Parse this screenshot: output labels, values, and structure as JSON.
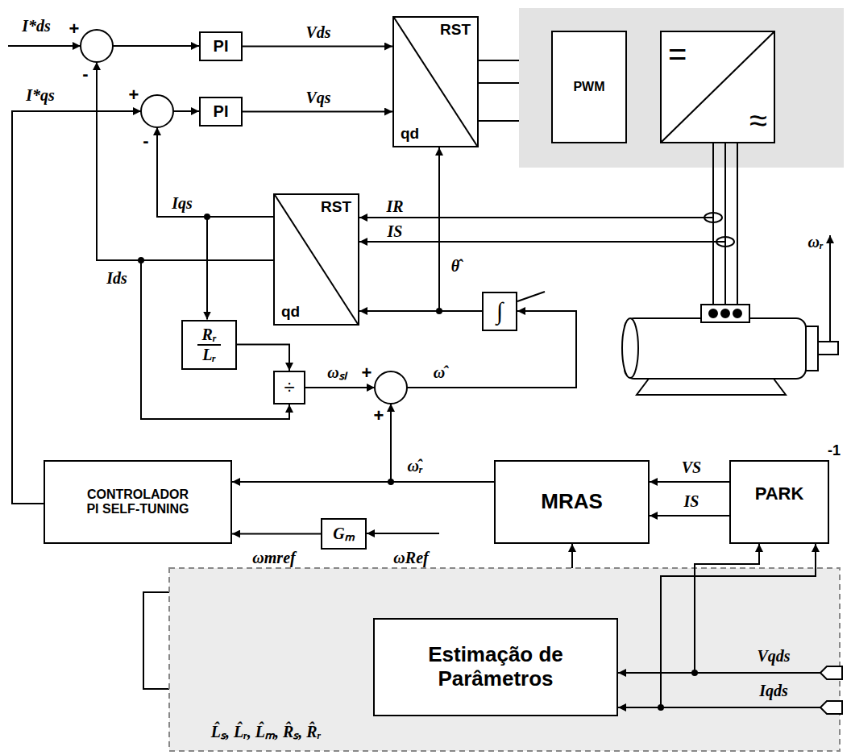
{
  "diagram": {
    "nodes": [
      {
        "text": [
          "PI"
        ]
      },
      {
        "text": [
          "RST",
          "qd"
        ]
      },
      {
        "text": [
          "PWM"
        ]
      },
      {
        "text": [
          "=",
          "≈"
        ]
      },
      {
        "text": [
          "PI"
        ]
      },
      {
        "text": [
          "RST",
          "qd"
        ]
      },
      {
        "text": [
          "∫"
        ]
      },
      {
        "text": [
          "Rᵣ",
          "Lᵣ"
        ]
      },
      {
        "text": [
          "÷"
        ]
      },
      {
        "text": [
          "MRAS"
        ]
      },
      {
        "text": [
          "PARK",
          "-1"
        ]
      },
      {
        "text": [
          "CONTROLADOR PI SELF-TUNING"
        ]
      },
      {
        "text": [
          "Gₘ"
        ]
      },
      {
        "text": [
          "Estimação de Parâmetros"
        ]
      }
    ],
    "edges": [
      {
        "from": 0,
        "to": 1,
        "arrow": "to",
        "label": "Vds"
      },
      {
        "from": 4,
        "to": 1,
        "arrow": "to",
        "label": "Vqs"
      },
      {
        "from": 1,
        "to": 2,
        "arrow": "to"
      },
      {
        "from": 1,
        "to": 2,
        "arrow": "to"
      },
      {
        "from": 1,
        "to": 2,
        "arrow": "to"
      },
      {
        "from": 2,
        "to": 3,
        "arrow": "to"
      },
      {
        "from": 2,
        "to": 3,
        "arrow": "to"
      },
      {
        "from": 2,
        "to": 3,
        "arrow": "to"
      },
      {
        "from": 2,
        "to": 3,
        "arrow": "to"
      },
      {
        "from": 2,
        "to": 3,
        "arrow": "to"
      },
      {
        "from": 2,
        "to": 3,
        "arrow": "to"
      },
      {
        "from": 6,
        "to": 5,
        "arrow": "to"
      },
      {
        "from": 6,
        "to": 1,
        "arrow": "to",
        "label": "θ̂"
      },
      {
        "from": 5,
        "to": 7,
        "arrow": "to",
        "label": "Iqs"
      },
      {
        "from": 5,
        "to": 8,
        "arrow": "to",
        "label": "Ids"
      },
      {
        "from": 7,
        "to": 8,
        "arrow": "to"
      },
      {
        "from": 9,
        "to": 11,
        "arrow": "to",
        "label": "ω̂ᵣ"
      },
      {
        "from": 12,
        "to": 11,
        "arrow": "to",
        "label": "ωmref"
      },
      {
        "from": 10,
        "to": 9,
        "arrow": "to",
        "label": "VS"
      },
      {
        "from": 10,
        "to": 9,
        "arrow": "to",
        "label": "IS"
      },
      {
        "from": 13,
        "to": 9,
        "arrow": "to",
        "label": "L̂ₛ, L̂ᵣ, L̂ₘ, R̂ₛ, R̂ᵣ"
      }
    ],
    "labels": [
      "I*ds",
      "+",
      "-",
      "I*qs",
      "+",
      "-",
      "IR",
      "IS",
      "ωₛₗ",
      "+",
      "ω̂",
      "+",
      "ωᵣ",
      "ωRef",
      "Vqds",
      "Iqds"
    ]
  }
}
